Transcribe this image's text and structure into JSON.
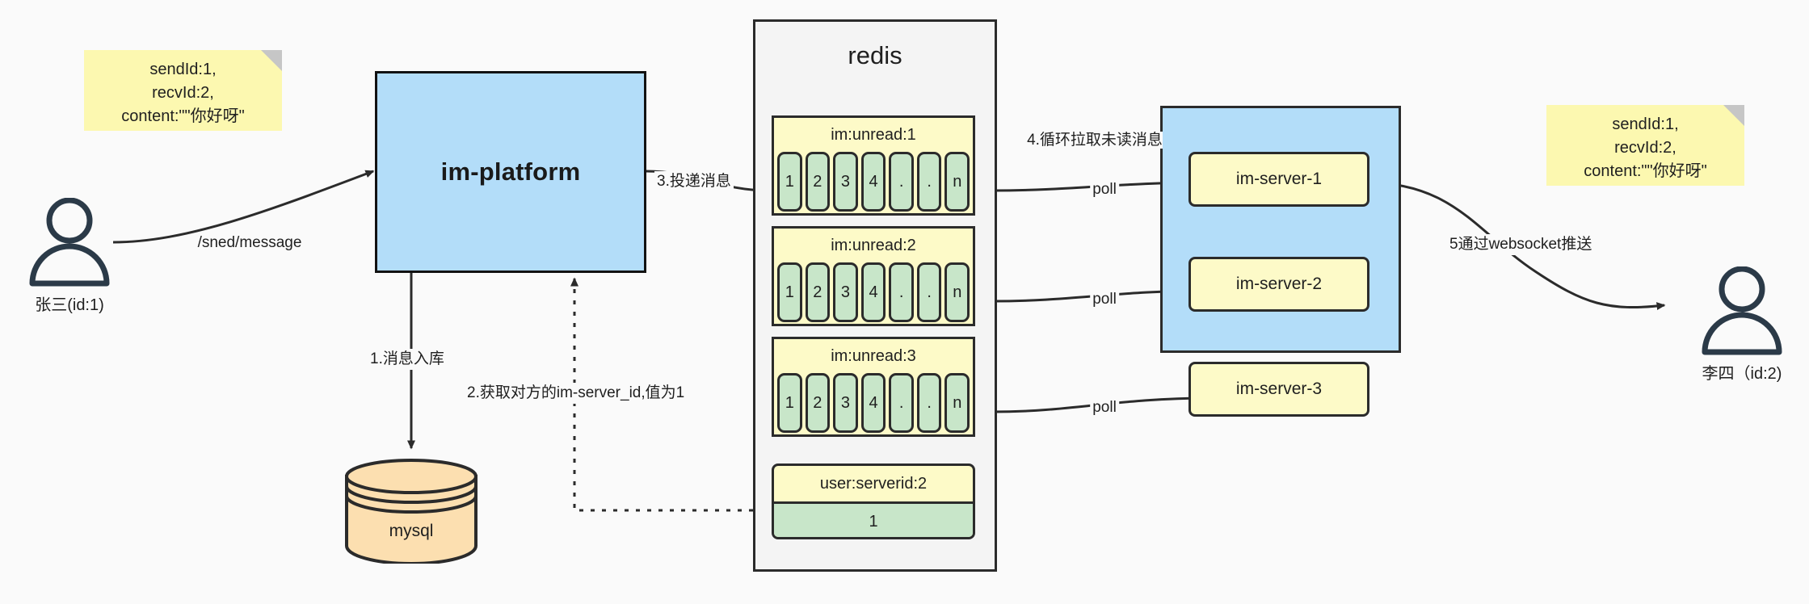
{
  "diagram": {
    "title": "IM message delivery architecture",
    "colors": {
      "blue_fill": "#b3ddf9",
      "yellow_fill": "#fdfac8",
      "green_fill": "#c8e6c9",
      "note_fill": "#fcf8b0",
      "db_fill": "#fcdfb0",
      "stroke": "#2b2b2b",
      "canvas": "#fafafa"
    }
  },
  "actors": {
    "sender": {
      "caption": "张三(id:1)",
      "icon": "person-icon"
    },
    "receiver": {
      "caption": "李四（id:2)",
      "icon": "person-icon"
    }
  },
  "notes": {
    "left": {
      "lines": [
        "sendId:1,",
        "recvId:2,",
        "content:\"\"你好呀\""
      ]
    },
    "right": {
      "lines": [
        "sendId:1,",
        "recvId:2,",
        "content:\"\"你好呀\""
      ]
    }
  },
  "platform": {
    "label": "im-platform"
  },
  "database": {
    "label": "mysql",
    "icon": "database-cylinder-icon"
  },
  "redis": {
    "title": "redis",
    "lists": [
      {
        "key": "im:unread:1",
        "cells": [
          "1",
          "2",
          "3",
          "4",
          ".",
          ".",
          "n"
        ]
      },
      {
        "key": "im:unread:2",
        "cells": [
          "1",
          "2",
          "3",
          "4",
          ".",
          ".",
          "n"
        ]
      },
      {
        "key": "im:unread:3",
        "cells": [
          "1",
          "2",
          "3",
          "4",
          ".",
          ".",
          "n"
        ]
      }
    ],
    "kv": {
      "key": "user:serverid:2",
      "value": "1"
    }
  },
  "servers": {
    "nodes": [
      {
        "label": "im-server-1"
      },
      {
        "label": "im-server-2"
      },
      {
        "label": "im-server-3"
      }
    ]
  },
  "edges": {
    "send_message": "/sned/message",
    "step1": "1.消息入库",
    "step2": "2.获取对方的im-server_id,值为1",
    "step3": "3.投递消息",
    "step4": "4.循环拉取未读消息",
    "step5": "5通过websocket推送",
    "poll1": "poll",
    "poll2": "poll",
    "poll3": "poll"
  }
}
